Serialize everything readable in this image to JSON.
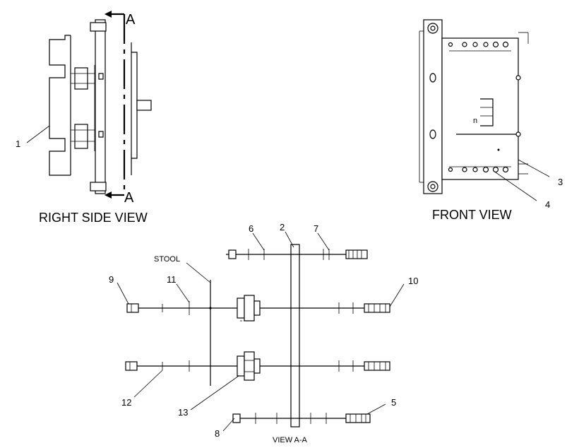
{
  "views": {
    "right_side": "RIGHT SIDE VIEW",
    "front": "FRONT VIEW",
    "section": "VIEW A-A"
  },
  "section_marks": {
    "top": "A",
    "bottom": "A"
  },
  "stool_label": "STOOL",
  "callouts": [
    "1",
    "2",
    "3",
    "4",
    "5",
    "6",
    "7",
    "8",
    "9",
    "10",
    "11",
    "12",
    "13"
  ]
}
